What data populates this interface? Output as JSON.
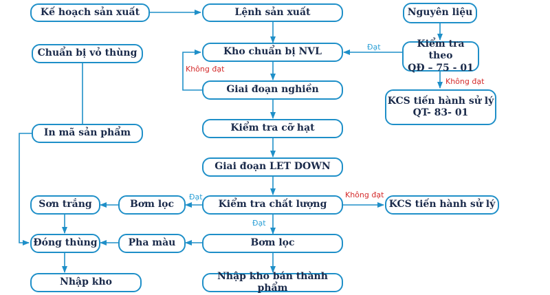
{
  "nodes": {
    "ke_hoach": "Kế hoạch sản xuất",
    "lenh": "Lệnh sản xuất",
    "nguyen_lieu": "Nguyên liệu",
    "chuan_bi_vo": "Chuẩn bị vỏ thùng",
    "kho_nvl": "Kho chuẩn bị NVL",
    "kiem_tra_qd_line1": "Kiểm tra theo",
    "kiem_tra_qd_line2": "QĐ – 75 - 01",
    "giai_doan_nghien": "Giai đoạn nghiền",
    "kcs_qt_line1": "KCS tiến hành sử lý",
    "kcs_qt_line2": "QT- 83- 01",
    "in_ma": "In mã sản phẩm",
    "kiem_tra_co_hat": "Kiểm tra cỡ hạt",
    "let_down": "Giai đoạn LET DOWN",
    "son_trang": "Sơn trắng",
    "bom_loc_left": "Bơm lọc",
    "kiem_tra_cl": "Kiểm tra chất lượng",
    "kcs_right": "KCS tiến hành sử lý",
    "dong_thung": "Đóng thùng",
    "pha_mau": "Pha màu",
    "bom_loc_center": "Bơm lọc",
    "nhap_kho": "Nhập kho",
    "nhap_kho_btp": "Nhập kho bán thành phẩm"
  },
  "labels": {
    "dat_nvl": "Đạt",
    "khong_dat_nghien": "Không đạt",
    "khong_dat_kcs": "Không đạt",
    "dat_left": "Đạt",
    "khong_dat_right": "Không đạt",
    "dat_down": "Đạt"
  },
  "colors": {
    "box_border": "#1e8fc8",
    "line": "#1e8fc8",
    "text": "#1a2a4a",
    "pass": "#2a9fd6",
    "fail": "#d42a2a"
  }
}
